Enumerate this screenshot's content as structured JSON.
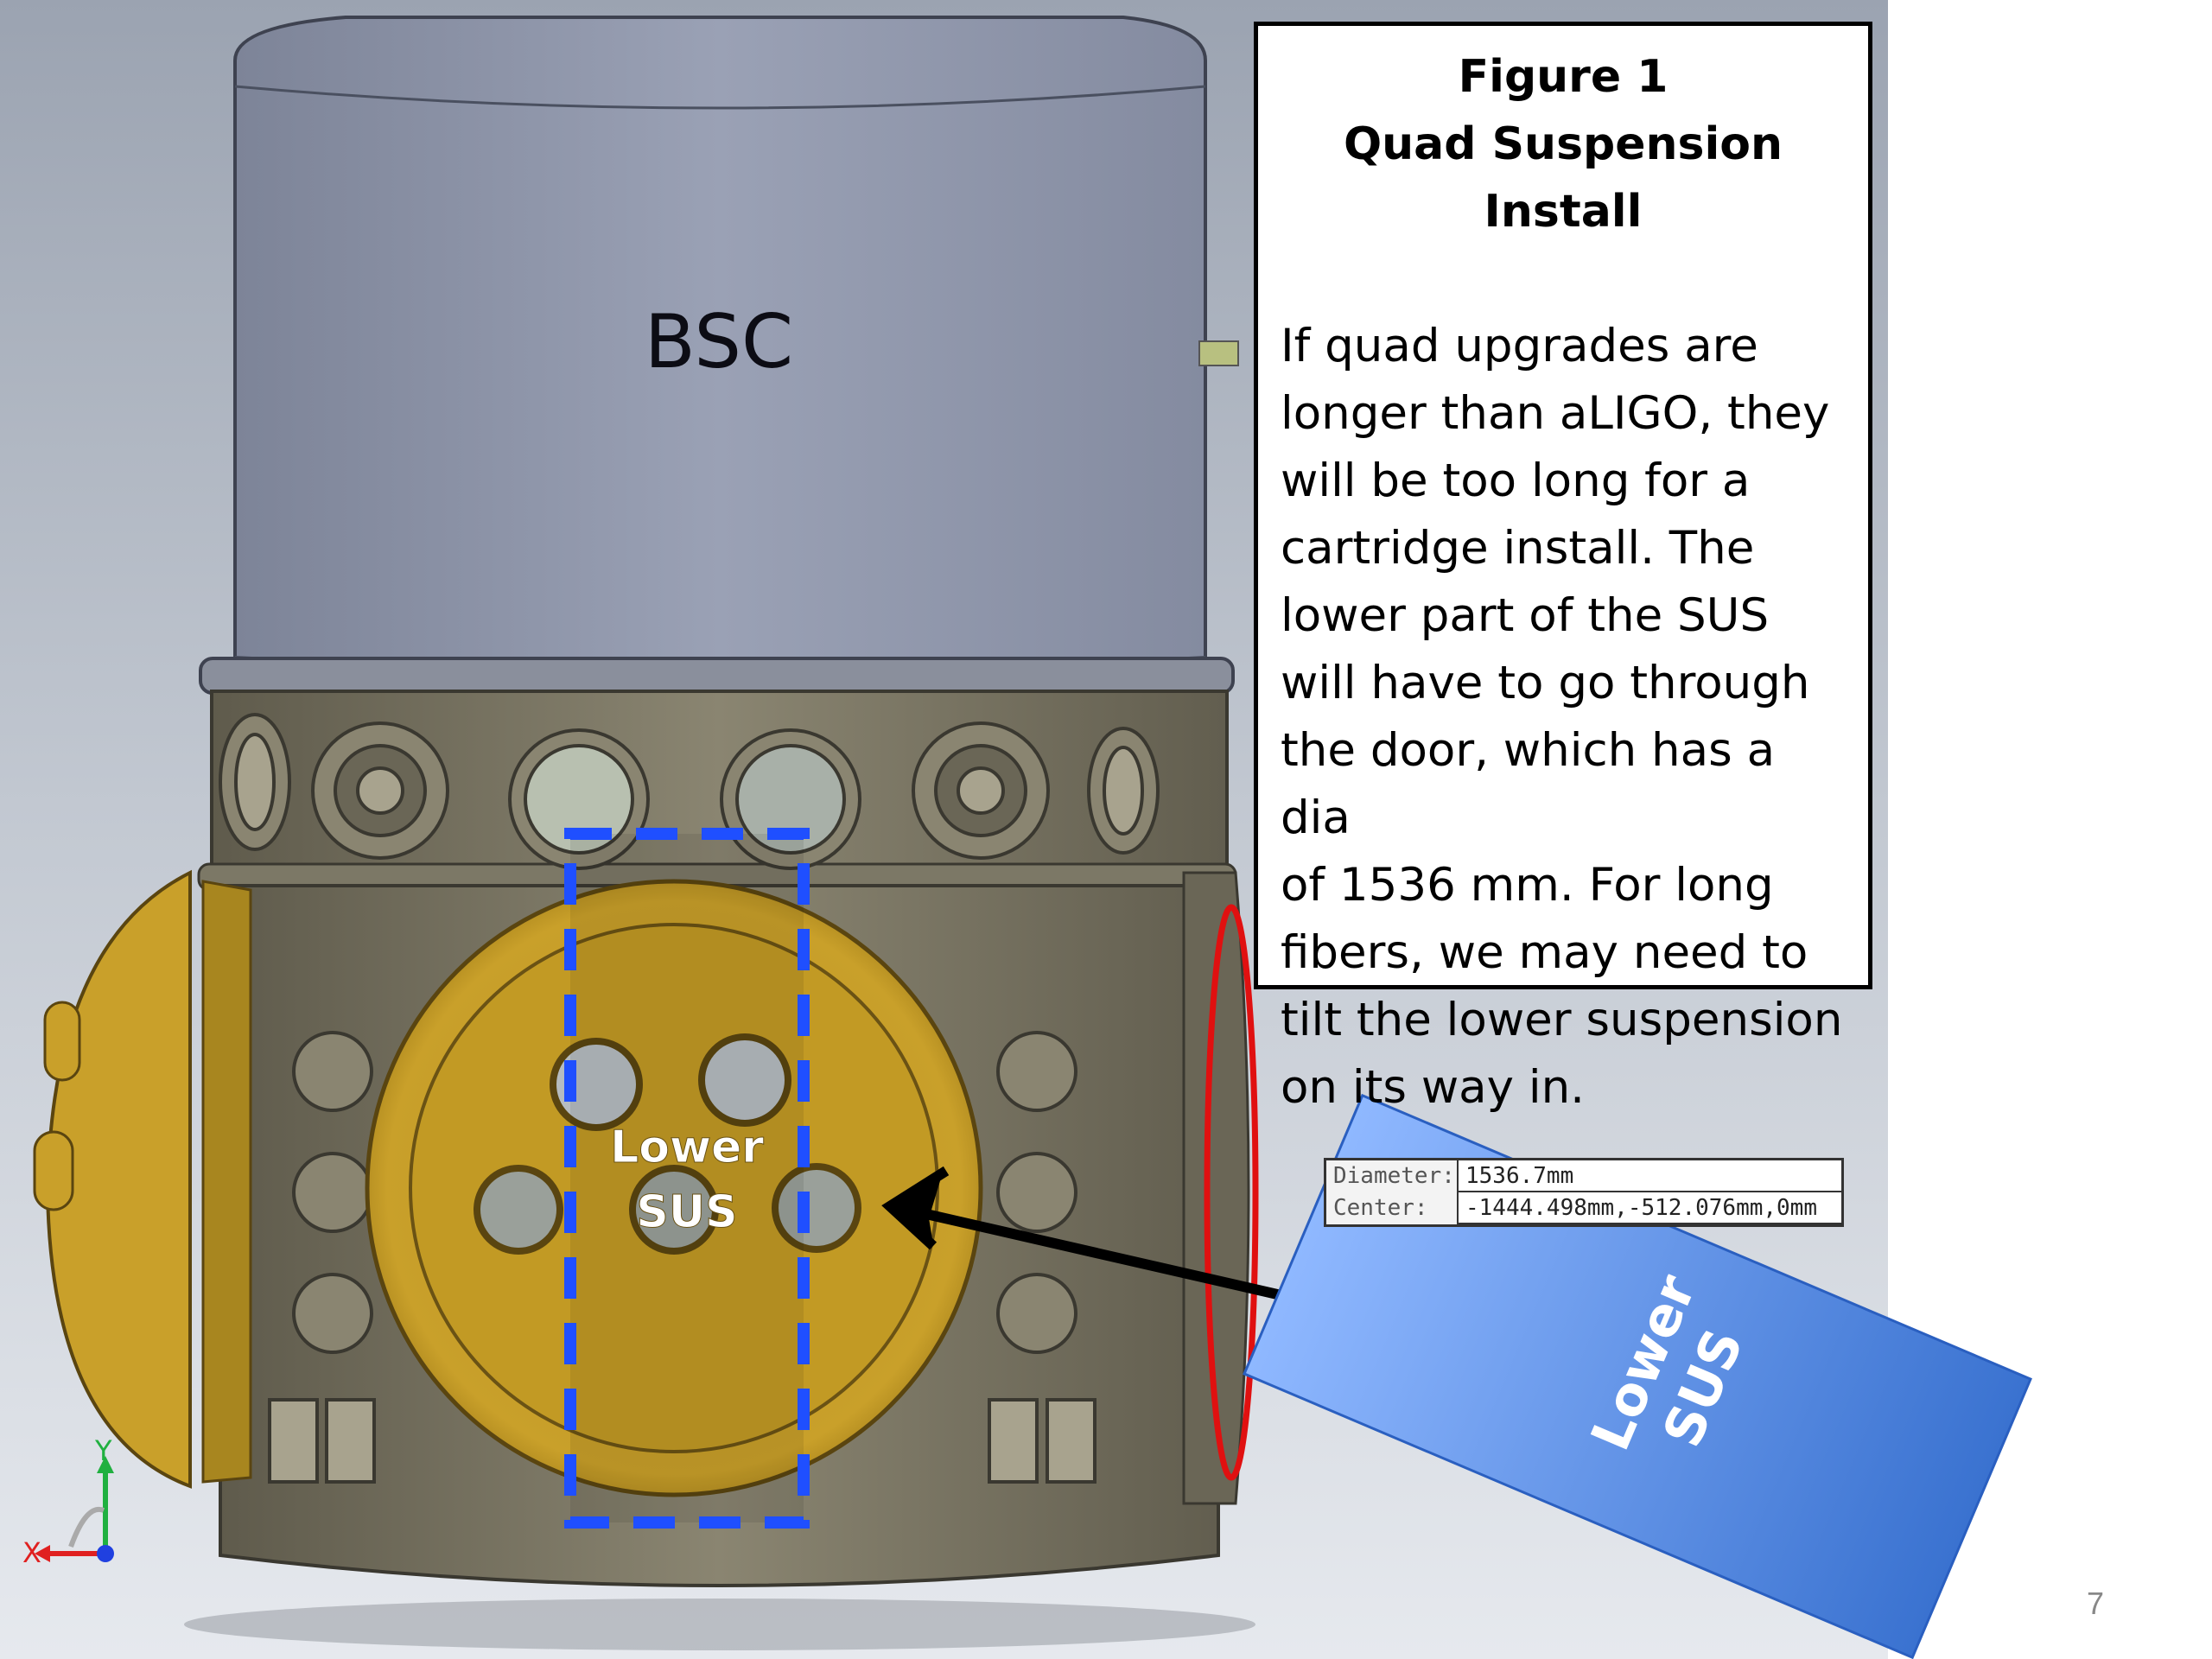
{
  "labels": {
    "chamber": "BSC",
    "lower_sus_on_door": [
      "Lower",
      "SUS"
    ],
    "lower_sus_block": [
      "Lower",
      "SUS"
    ]
  },
  "callout": {
    "title_line1": "Figure 1",
    "title_line2": "Quad Suspension Install",
    "body_lines": [
      "If quad upgrades are",
      "longer than aLIGO, they",
      "will be too long for a",
      "cartridge install. The",
      "lower part of the SUS",
      "will have to go through",
      "the door, which has a dia",
      "of 1536 mm. For long",
      "fibers, we may need to",
      "tilt the lower suspension",
      "on its way in."
    ]
  },
  "measurement": {
    "diameter_label": "Diameter:",
    "diameter_value": "1536.7mm",
    "center_label": "Center:",
    "center_value": "-1444.498mm,-512.076mm,0mm"
  },
  "triad": {
    "x": "X",
    "y": "Y"
  },
  "page_number": "7",
  "colors": {
    "vessel_top": "#8f97ab",
    "vessel_body": "#7f7a67",
    "door": "#c9a02a",
    "dashed_box": "#1f4fff",
    "blue_block": "#5b92e8",
    "door_edge": "#e01010"
  }
}
